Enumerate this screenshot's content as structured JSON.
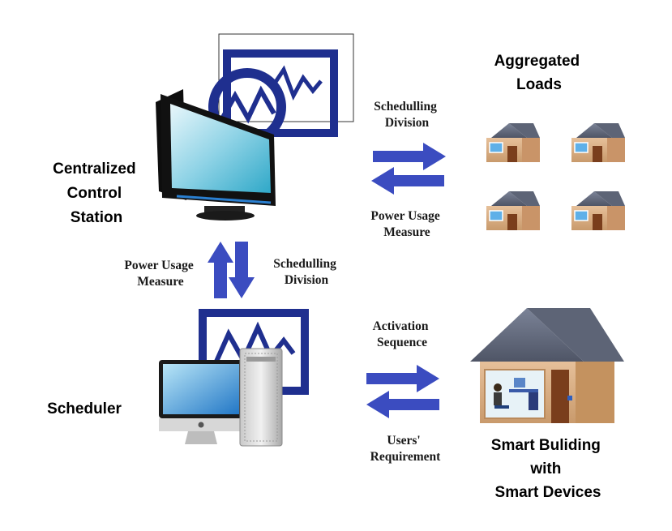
{
  "nodes": {
    "control_station": {
      "lines": [
        "Centralized",
        "Control",
        "Station"
      ]
    },
    "scheduler": {
      "lines": [
        "Scheduler"
      ]
    },
    "aggregated_loads": {
      "lines": [
        "Aggregated",
        "Loads"
      ]
    },
    "smart_building": {
      "lines": [
        "Smart Buliding",
        "with",
        "Smart Devices"
      ]
    }
  },
  "edges": {
    "station_loads": {
      "top": [
        "Schedulling",
        "Division"
      ],
      "bottom": [
        "Power Usage",
        "Measure"
      ]
    },
    "station_scheduler": {
      "left": [
        "Power Usage",
        "Measure"
      ],
      "right": [
        "Schedulling",
        "Division"
      ]
    },
    "scheduler_building": {
      "top": [
        "Activation",
        "Sequence"
      ],
      "bottom": [
        "Users'",
        "Requirement"
      ]
    }
  },
  "colors": {
    "arrow": "#3b4cc0",
    "monitor_frame": "#1f2f8f",
    "house_wall": "#deb48a",
    "house_roof": "#6b7284",
    "door": "#7a3e1c"
  },
  "icons": {
    "control_station": "monitor-icon",
    "scheduler": "desktop-computer-icon",
    "aggregated_loads": "house-icon",
    "smart_building": "smart-house-icon"
  }
}
